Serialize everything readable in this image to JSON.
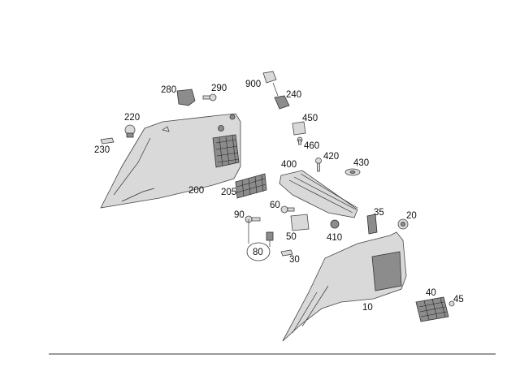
{
  "diagram": {
    "callouts": [
      "280",
      "290",
      "900",
      "240",
      "220",
      "230",
      "450",
      "460",
      "420",
      "400",
      "430",
      "200",
      "205",
      "60",
      "90",
      "35",
      "20",
      "50",
      "410",
      "80",
      "30",
      "40",
      "45",
      "10"
    ]
  }
}
